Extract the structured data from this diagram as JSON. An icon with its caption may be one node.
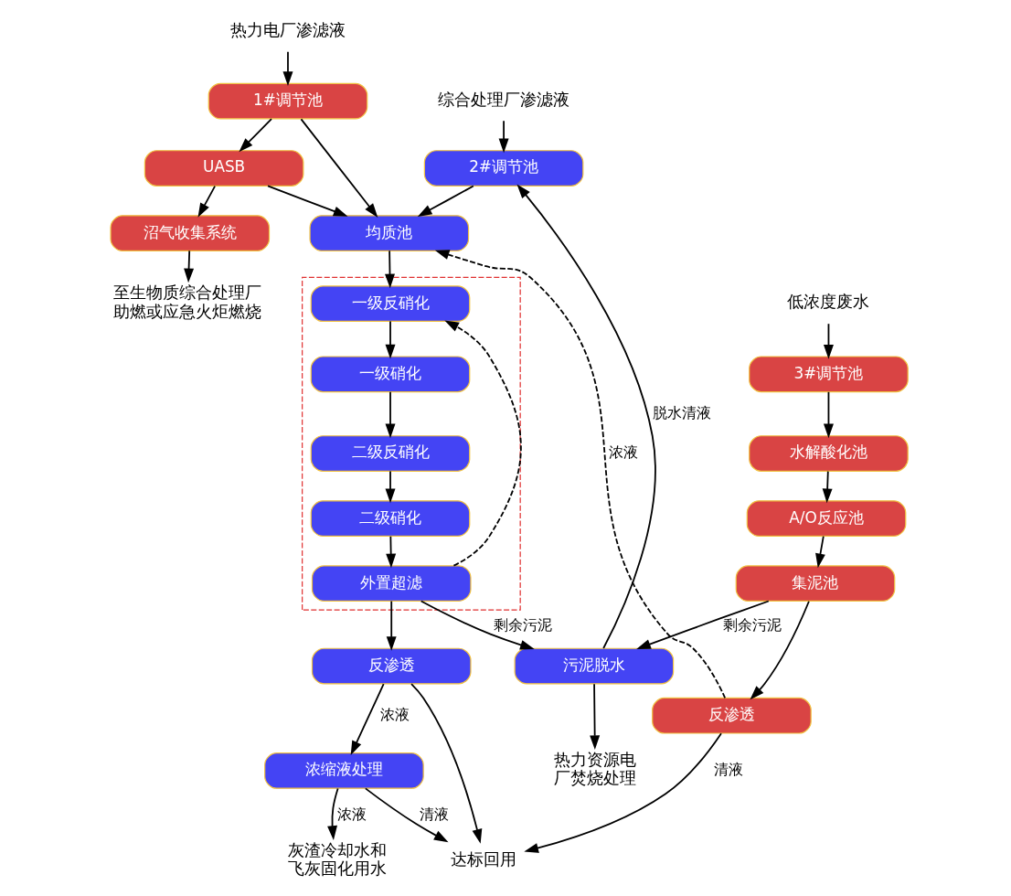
{
  "diagram": {
    "nodes": [
      {
        "text": [
          "热力电厂渗滤液"
        ]
      },
      {
        "text": [
          "综合处理厂渗滤液"
        ]
      },
      {
        "text": [
          "1#调节池"
        ]
      },
      {
        "text": [
          "2#调节池"
        ]
      },
      {
        "text": [
          "UASB"
        ]
      },
      {
        "text": [
          "沼气收集系统"
        ]
      },
      {
        "text": [
          "至生物质综合处理厂助燃或应急火炬燃烧"
        ]
      },
      {
        "text": [
          "均质池"
        ]
      },
      {
        "text": [],
        "shape": "box"
      },
      {
        "text": [
          "一级反硝化"
        ],
        "in": 8
      },
      {
        "text": [
          "一级硝化"
        ],
        "in": 8
      },
      {
        "text": [
          "二级反硝化"
        ],
        "in": 8
      },
      {
        "text": [
          "二级硝化"
        ],
        "in": 8
      },
      {
        "text": [
          "外置超滤"
        ],
        "in": 8
      },
      {
        "text": [
          "反渗透"
        ]
      },
      {
        "text": [
          "浓缩液处理"
        ]
      },
      {
        "text": [
          "灰渣冷却水和飞灰固化用水"
        ]
      },
      {
        "text": [
          "达标回用"
        ]
      },
      {
        "text": [
          "低浓度废水"
        ]
      },
      {
        "text": [
          "3#调节池"
        ]
      },
      {
        "text": [
          "水解酸化池"
        ]
      },
      {
        "text": [
          "A/O反应池"
        ]
      },
      {
        "text": [
          "集泥池"
        ]
      },
      {
        "text": [
          "反渗透"
        ]
      },
      {
        "text": [
          "污泥脱水"
        ]
      },
      {
        "text": [
          "热力资源电厂焚烧处理"
        ]
      }
    ],
    "edges": [
      {
        "from": 0,
        "to": 2,
        "arrow": "to"
      },
      {
        "from": 1,
        "to": 3,
        "arrow": "to"
      },
      {
        "from": 2,
        "to": 4,
        "arrow": "to"
      },
      {
        "from": 4,
        "to": 5,
        "arrow": "to"
      },
      {
        "from": 5,
        "to": 6,
        "arrow": "to"
      },
      {
        "from": 2,
        "to": 7,
        "arrow": "to"
      },
      {
        "from": 4,
        "to": 7,
        "arrow": "to"
      },
      {
        "from": 3,
        "to": 7,
        "arrow": "to"
      },
      {
        "from": 7,
        "to": 9,
        "arrow": "to"
      },
      {
        "from": 9,
        "to": 10,
        "arrow": "to"
      },
      {
        "from": 10,
        "to": 11,
        "arrow": "to"
      },
      {
        "from": 11,
        "to": 12,
        "arrow": "to"
      },
      {
        "from": 12,
        "to": 13,
        "arrow": "to"
      },
      {
        "from": 13,
        "to": 9,
        "arrow": "to",
        "style": "dashed"
      },
      {
        "from": 13,
        "to": 14,
        "arrow": "to"
      },
      {
        "from": 14,
        "to": 15,
        "arrow": "to",
        "label": "浓液"
      },
      {
        "from": 15,
        "to": 16,
        "arrow": "to",
        "label": "浓液"
      },
      {
        "from": 15,
        "to": 17,
        "arrow": "to",
        "label": "清液"
      },
      {
        "from": 14,
        "to": 17,
        "arrow": "to"
      },
      {
        "from": 18,
        "to": 19,
        "arrow": "to"
      },
      {
        "from": 19,
        "to": 20,
        "arrow": "to"
      },
      {
        "from": 20,
        "to": 21,
        "arrow": "to"
      },
      {
        "from": 21,
        "to": 22,
        "arrow": "to"
      },
      {
        "from": 22,
        "to": 23,
        "arrow": "to"
      },
      {
        "from": 23,
        "to": 7,
        "arrow": "to",
        "style": "dashed",
        "label": "浓液"
      },
      {
        "from": 23,
        "to": 17,
        "arrow": "to",
        "label": "清液"
      },
      {
        "from": 13,
        "to": 24,
        "arrow": "to",
        "label": "剩余污泥"
      },
      {
        "from": 22,
        "to": 24,
        "arrow": "to",
        "label": "剩余污泥"
      },
      {
        "from": 24,
        "to": 3,
        "arrow": "to",
        "label": "脱水清液"
      },
      {
        "from": 24,
        "to": 25,
        "arrow": "to"
      }
    ]
  }
}
